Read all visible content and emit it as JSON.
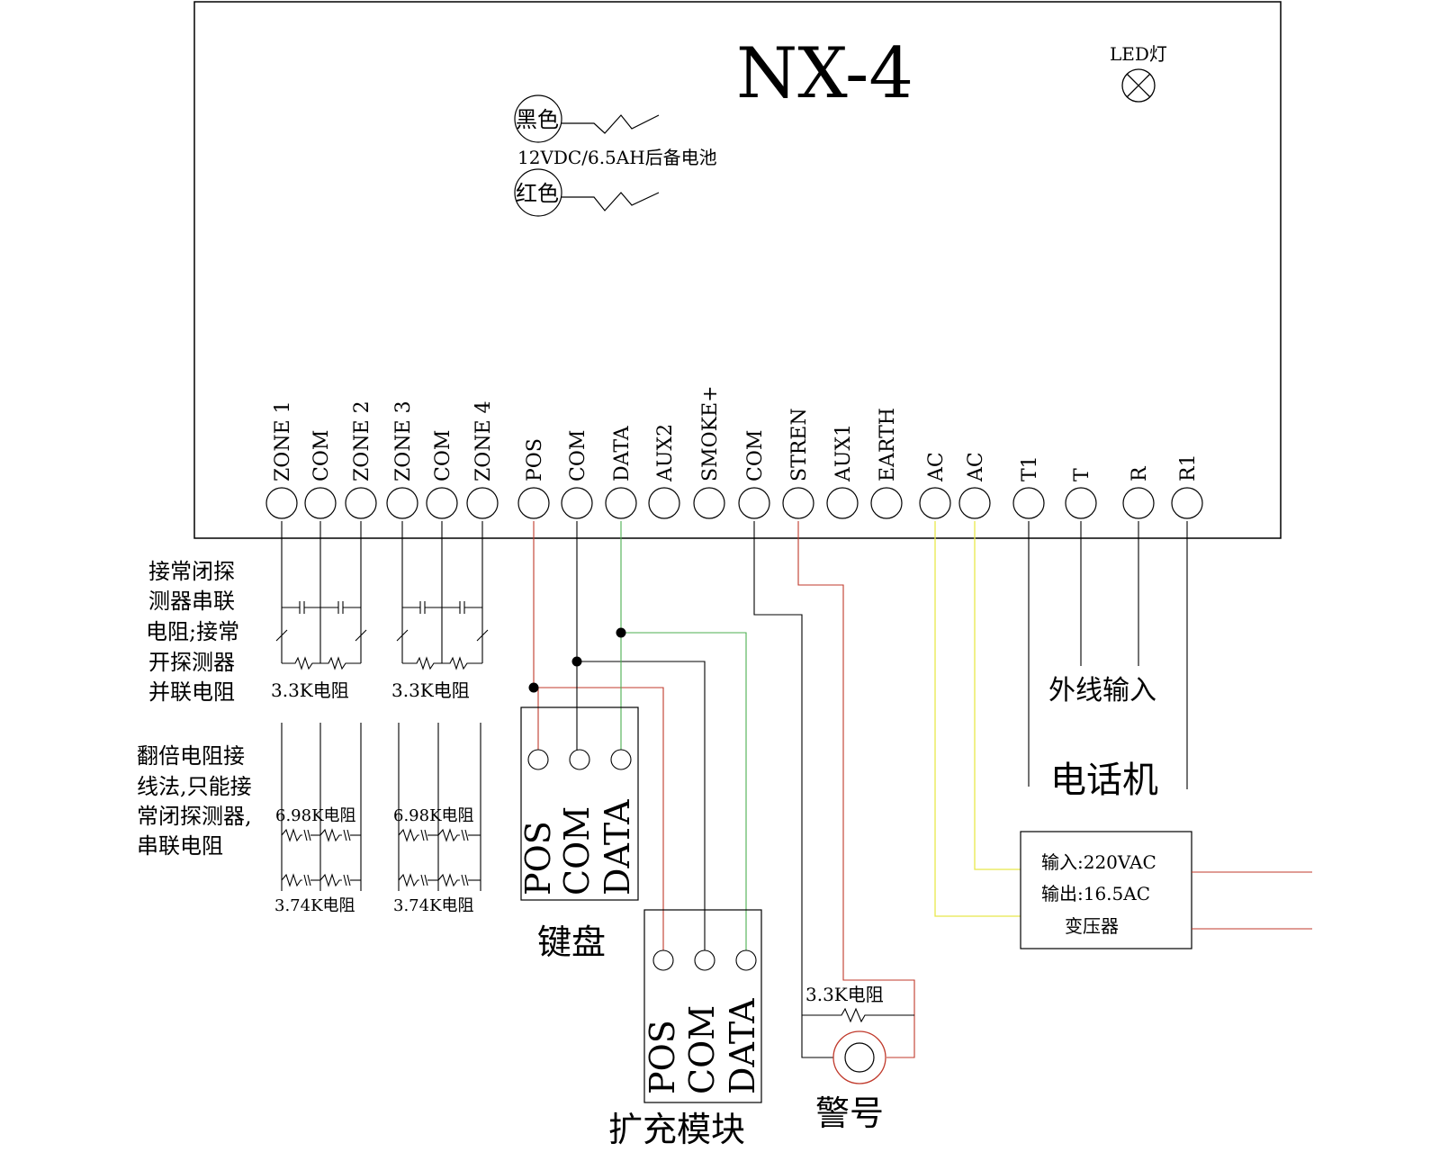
{
  "panel": {
    "title": "NX-4",
    "led_label": "LED灯",
    "battery": {
      "black_label": "黑色",
      "red_label": "红色",
      "spec": "12VDC/6.5AH后备电池"
    }
  },
  "terminals": [
    "ZONE 1",
    "COM",
    "ZONE 2",
    "ZONE 3",
    "COM",
    "ZONE 4",
    "POS",
    "COM",
    "DATA",
    "AUX2",
    "SMOKE+",
    "COM",
    "STREN",
    "AUX1",
    "EARTH",
    "AC",
    "AC",
    "T1",
    "T",
    "R",
    "R1"
  ],
  "notes": {
    "nc_series_line1": "接常闭探",
    "nc_series_line2": "测器串联",
    "nc_series_line3": "电阻;接常",
    "nc_series_line4": "开探测器",
    "nc_series_line5": "并联电阻",
    "double_line1": "翻倍电阻接",
    "double_line2": "线法,只能接",
    "double_line3": "常闭探测器,",
    "double_line4": "串联电阻"
  },
  "resistors": {
    "r33k_a": "3.3K电阻",
    "r33k_b": "3.3K电阻",
    "r698_a": "6.98K电阻",
    "r698_b": "6.98K电阻",
    "r374_a": "3.74K电阻",
    "r374_b": "3.74K电阻",
    "r33k_siren": "3.3K电阻"
  },
  "keypad": {
    "pos": "POS",
    "com": "COM",
    "data": "DATA",
    "label": "键盘"
  },
  "expander": {
    "pos": "POS",
    "com": "COM",
    "data": "DATA",
    "label": "扩充模块"
  },
  "siren_label": "警号",
  "phone": {
    "outside_line": "外线输入",
    "telephone": "电话机"
  },
  "transformer": {
    "input": "输入:220VAC",
    "output": "输出:16.5AC",
    "name": "变压器"
  },
  "colors": {
    "red": "#c0392b",
    "green": "#4caf50",
    "yellow": "#e8e84a",
    "line": "#000000"
  }
}
